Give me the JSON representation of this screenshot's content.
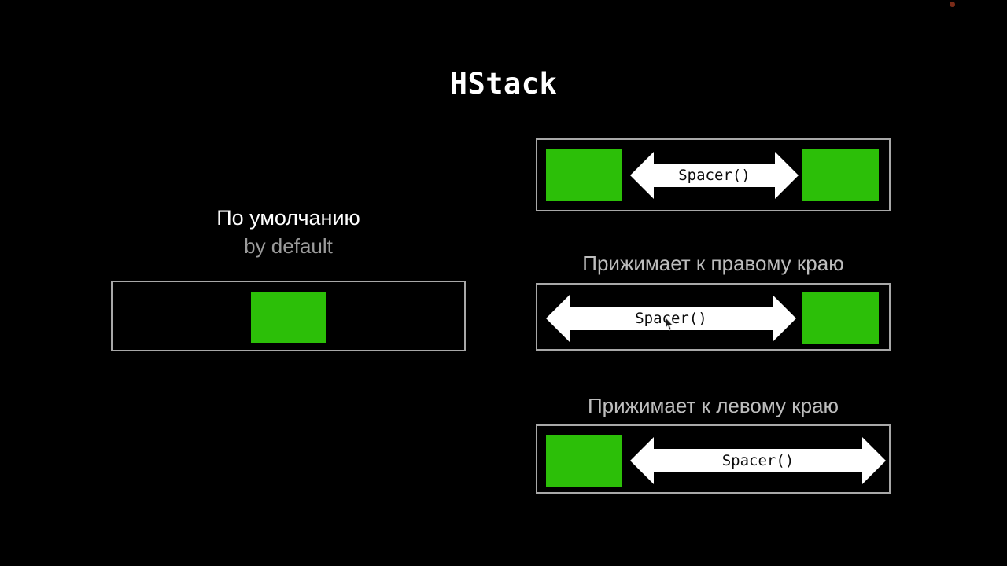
{
  "slide": {
    "title": "HStack",
    "background_color": "#000000",
    "accent_green": "#2cbf08",
    "border_color": "#a8a8a8",
    "caption_color": "#bdbdbd"
  },
  "left_column": {
    "caption_main": "По умолчанию",
    "caption_sub": "by default",
    "box": {
      "name": "default-layout-box",
      "children": [
        {
          "type": "green-rect",
          "align": "center"
        }
      ]
    }
  },
  "right_column": {
    "panels": [
      {
        "caption": "",
        "box_name": "spacer-between-box",
        "layout": [
          "green-rect",
          "spacer-arrow",
          "green-rect"
        ],
        "spacer_label": "Spacer()"
      },
      {
        "caption": "Прижимает к правому краю",
        "box_name": "spacer-push-right-box",
        "layout": [
          "spacer-arrow",
          "green-rect"
        ],
        "spacer_label": "Spacer()"
      },
      {
        "caption": "Прижимает к левому краю",
        "box_name": "spacer-push-left-box",
        "layout": [
          "green-rect",
          "spacer-arrow"
        ],
        "spacer_label": "Spacer()"
      }
    ]
  },
  "overlays": {
    "recording_indicator_color": "#7a2b18",
    "cursor_visible": true
  }
}
